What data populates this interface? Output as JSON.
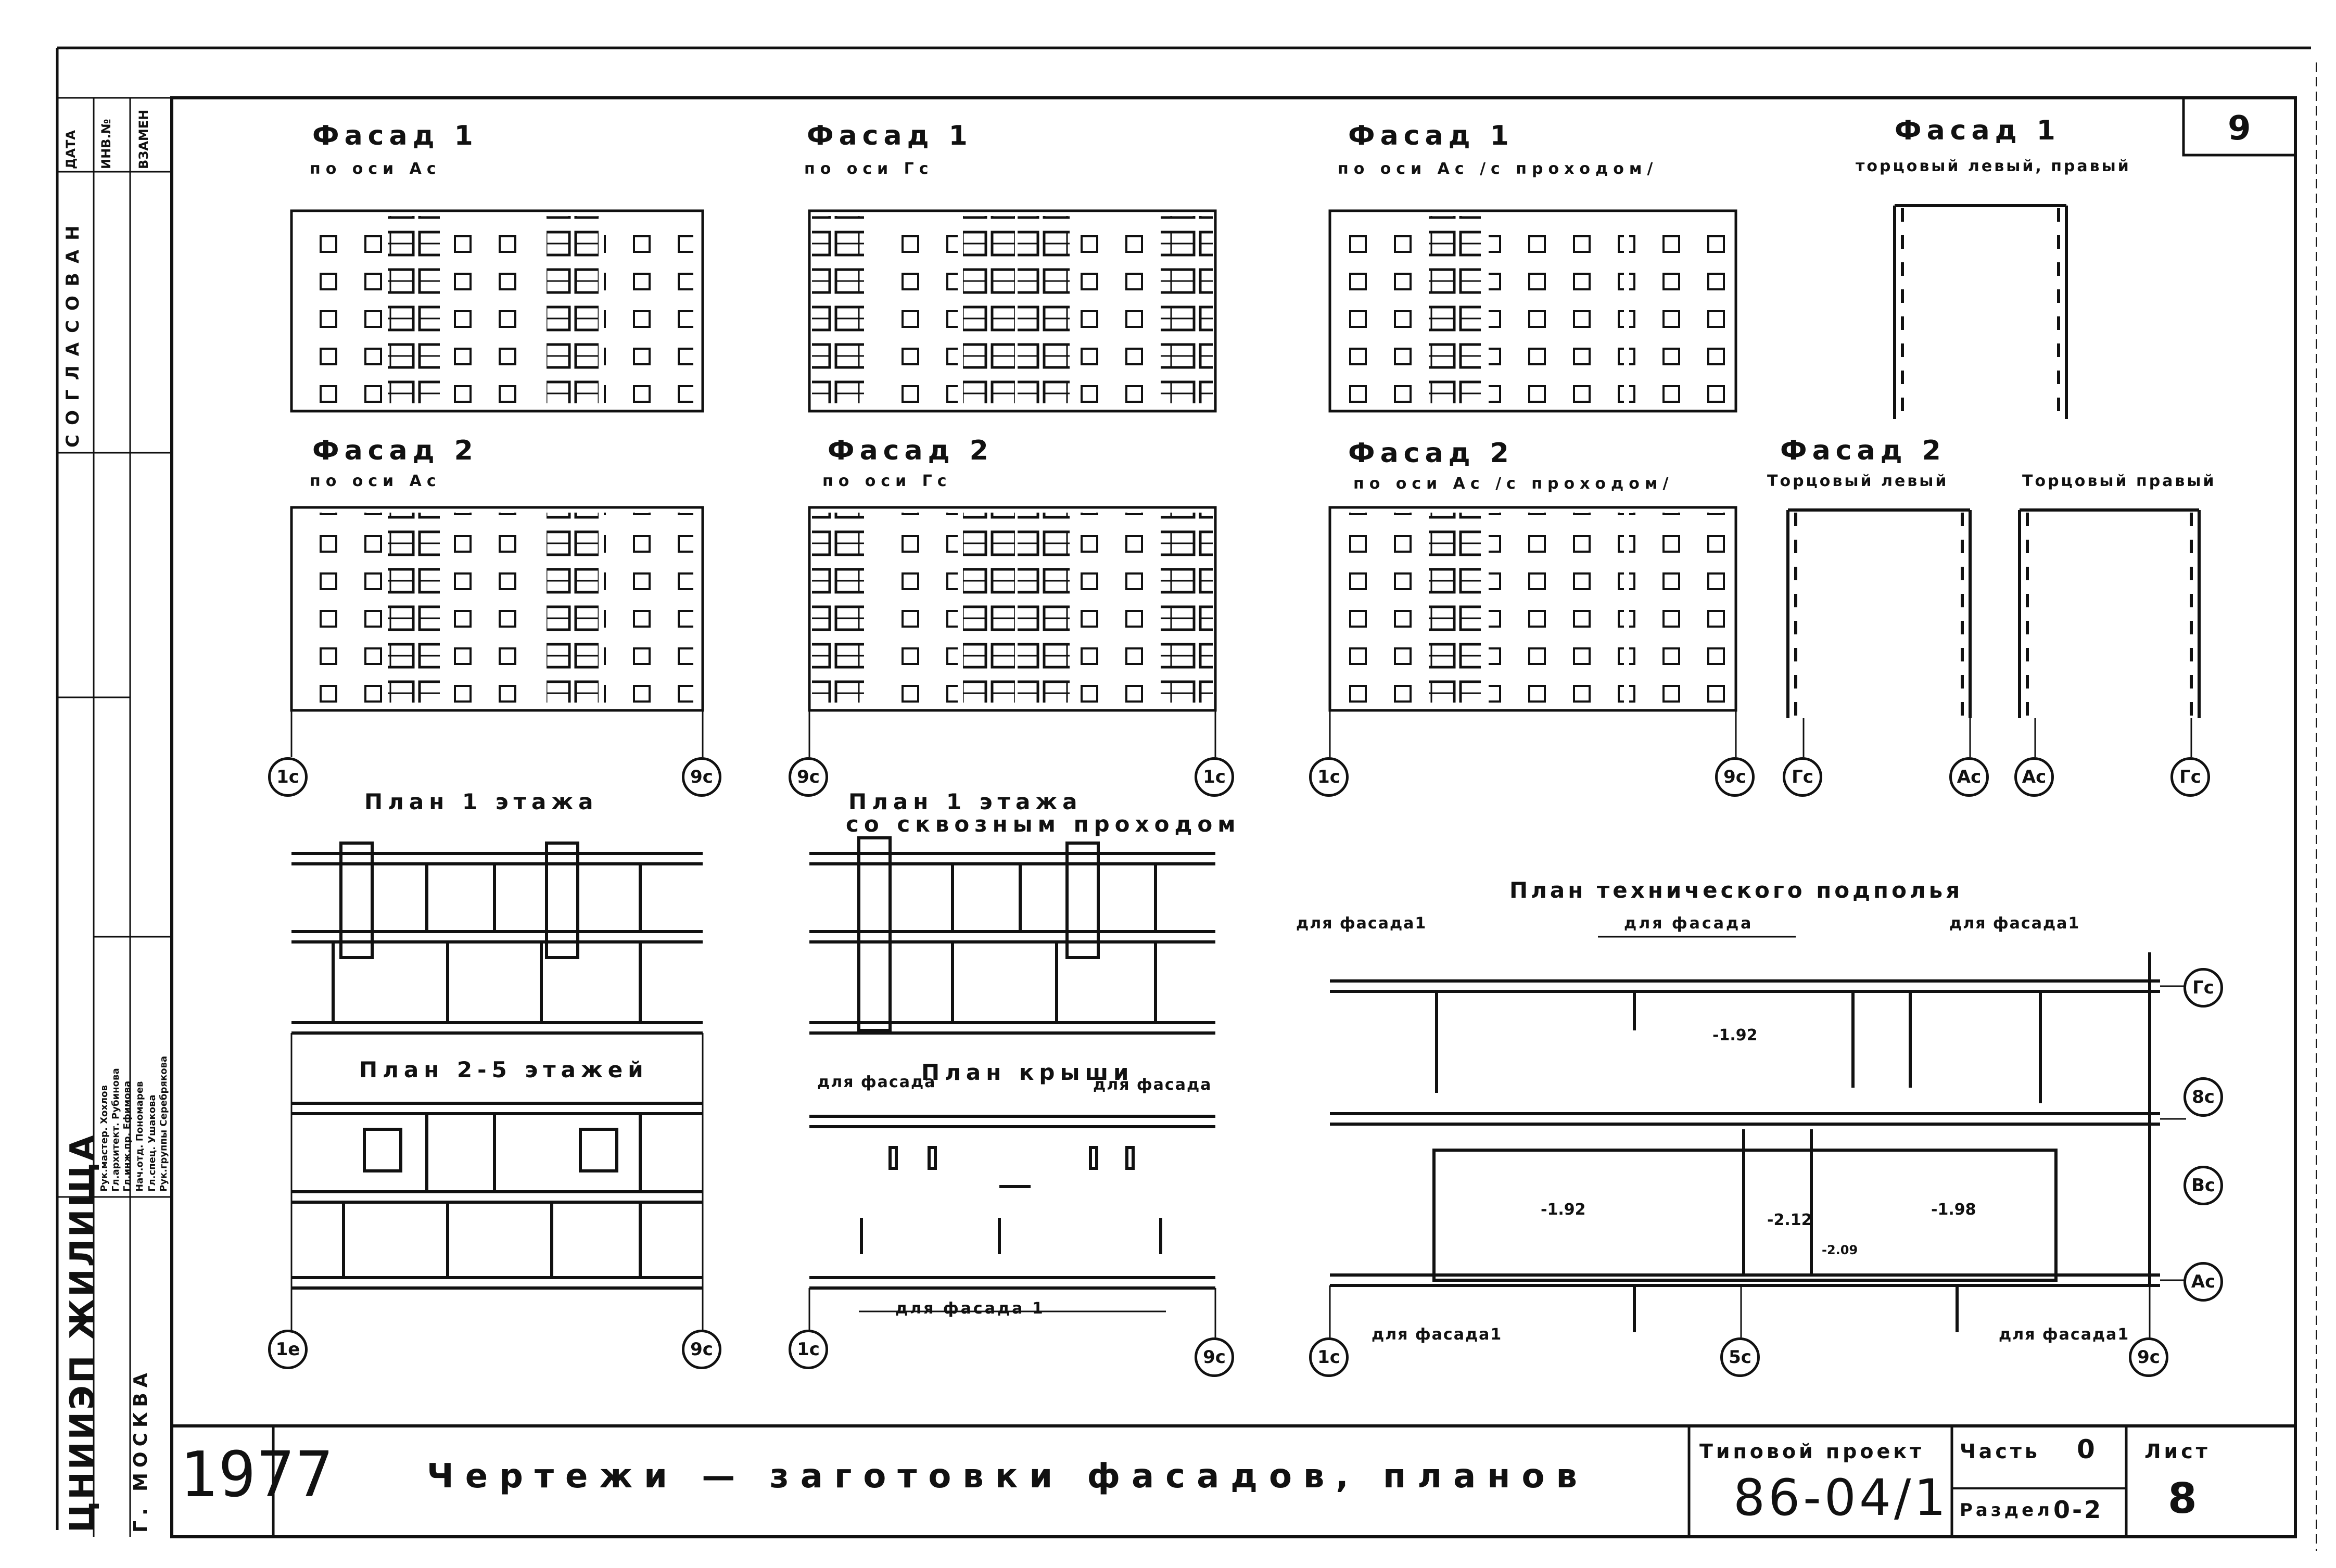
{
  "sheet_number": "9",
  "facades": {
    "f1_as": {
      "title": "Фасад 1",
      "subtitle": "по оси Ас"
    },
    "f1_gs": {
      "title": "Фасад 1",
      "subtitle": "по оси Гс"
    },
    "f1_pass": {
      "title": "Фасад 1",
      "subtitle": "по оси Ас /с проходом/"
    },
    "f1_end": {
      "title": "Фасад 1",
      "subtitle": "торцовый левый, правый"
    },
    "f2_as": {
      "title": "Фасад 2",
      "subtitle": "по оси Ас"
    },
    "f2_gs": {
      "title": "Фасад 2",
      "subtitle": "по оси Гс"
    },
    "f2_pass": {
      "title": "Фасад 2",
      "subtitle": "по оси Ас /с проходом/"
    },
    "f2_end": {
      "title": "Фасад 2",
      "left": "Торцовый левый",
      "right": "Торцовый правый"
    }
  },
  "plans": {
    "p1": "План 1 этажа",
    "p1_pass_1": "План 1 этажа",
    "p1_pass_2": "со сквозным проходом",
    "p25": "План 2-5 этажей",
    "roof": "План крыши",
    "basement": "План технического подполья"
  },
  "notes": {
    "for_facade": "для фасада",
    "for_facade1": "для фасада1",
    "for_facade_1": "для фасада 1"
  },
  "levels": {
    "a": "-1.92",
    "b": "-1.92",
    "c": "-2.12",
    "d": "-1.98",
    "e": "-2.09"
  },
  "axes": {
    "a1c": "1с",
    "a9c": "9с",
    "a1e": "1е",
    "ags": "Гс",
    "aas": "Ас",
    "avc": "8с",
    "abc": "Вс",
    "a5c": "5с"
  },
  "left_strip": {
    "agreed": "СОГЛАСОВАН",
    "date": "ДАТА",
    "inv": "ИНВ.№",
    "replace": "ВЗАМЕН",
    "signers": [
      "Рук.мастер. Хохлов",
      "Гл.архитект. Рубинова",
      "Гл.инж.пр. Ефимова",
      "Нач.отд. Пономарев",
      "Гл.спец. Ушакова",
      "Рук.группы Серебрякова"
    ],
    "org": "ЦНИИЭП ЖИЛИЩА",
    "city": "Г. МОСКВА"
  },
  "title_block": {
    "year": "1977",
    "title": "Чертежи — заготовки фасадов, планов",
    "project_label": "Типовой проект",
    "project_code": "86-04/1",
    "part_label": "Часть",
    "part_value": "0",
    "section_label": "Раздел",
    "section_value": "0-2",
    "sheet_label": "Лист",
    "sheet_value": "8"
  }
}
